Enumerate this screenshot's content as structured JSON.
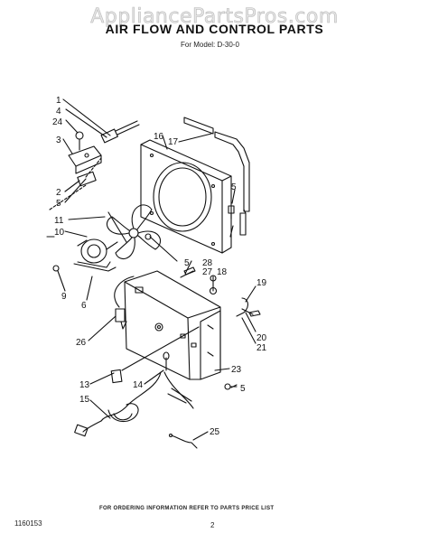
{
  "watermark": "AppliancePartsPros.com",
  "title": "AIR FLOW AND CONTROL PARTS",
  "subtitle": "For Model: D-30-0",
  "footer_note": "FOR ORDERING INFORMATION REFER TO PARTS PRICE LIST",
  "document_number": "1160153",
  "page_number": "2",
  "callouts": [
    "1",
    "4",
    "24",
    "3",
    "2",
    "5",
    "11",
    "10",
    "9",
    "6",
    "16",
    "17",
    "5",
    "5",
    "28",
    "27",
    "18",
    "19",
    "20",
    "21",
    "26",
    "13",
    "14",
    "15",
    "23",
    "5",
    "25"
  ]
}
